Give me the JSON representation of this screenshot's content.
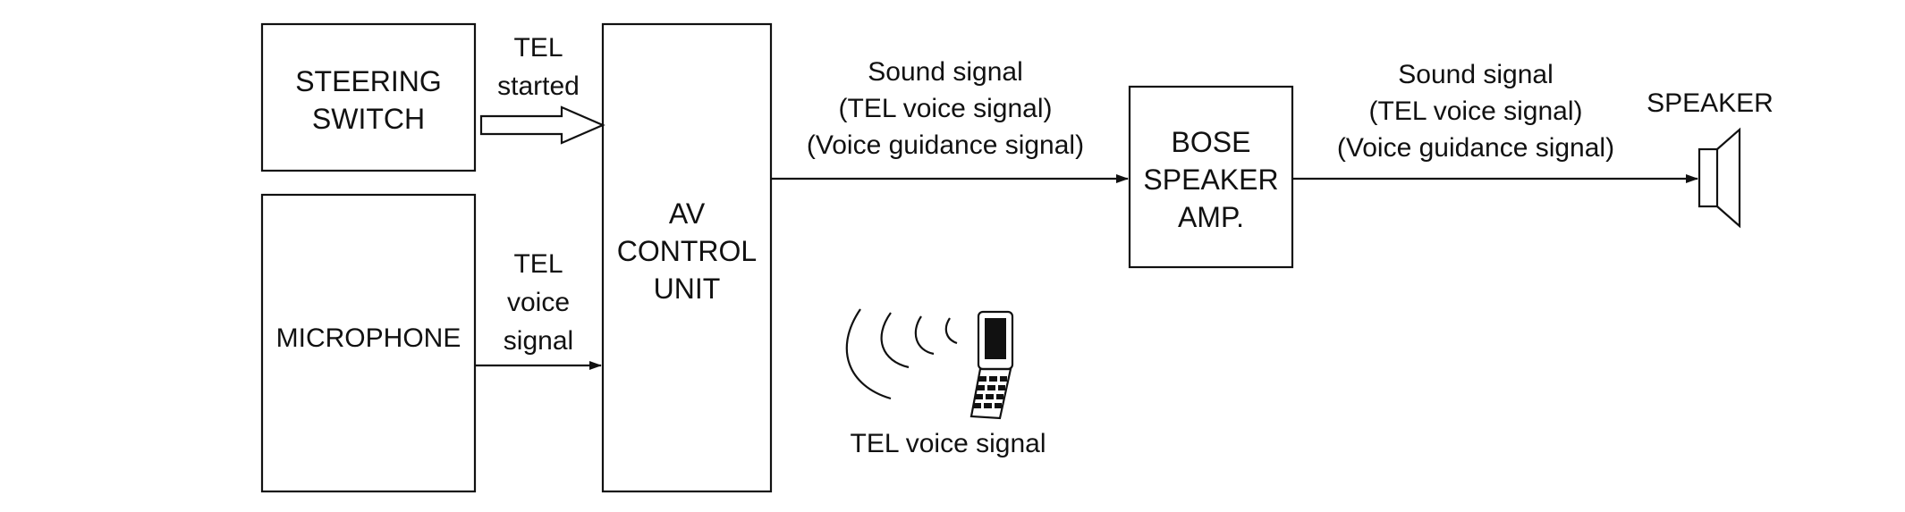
{
  "blocks": {
    "steering_switch": [
      "STEERING",
      "SWITCH"
    ],
    "microphone": [
      "MICROPHONE"
    ],
    "av_control_unit": [
      "AV",
      "CONTROL",
      "UNIT"
    ],
    "bose_amp": [
      "BOSE",
      "SPEAKER",
      "AMP."
    ],
    "speaker": "SPEAKER"
  },
  "signals": {
    "tel_started": [
      "TEL",
      "started"
    ],
    "tel_voice_signal_mic": [
      "TEL",
      "voice",
      "signal"
    ],
    "sound_signal_1": [
      "Sound signal",
      "(TEL voice signal)",
      "(Voice guidance signal)"
    ],
    "sound_signal_2": [
      "Sound signal",
      "(TEL voice signal)",
      "(Voice guidance signal)"
    ],
    "phone_signal": "TEL voice signal"
  },
  "icons": {
    "phone": "mobile-phone-icon",
    "waves": "wireless-waves-icon",
    "speaker": "speaker-icon"
  },
  "colors": {
    "line": "#111111",
    "background": "#ffffff"
  }
}
